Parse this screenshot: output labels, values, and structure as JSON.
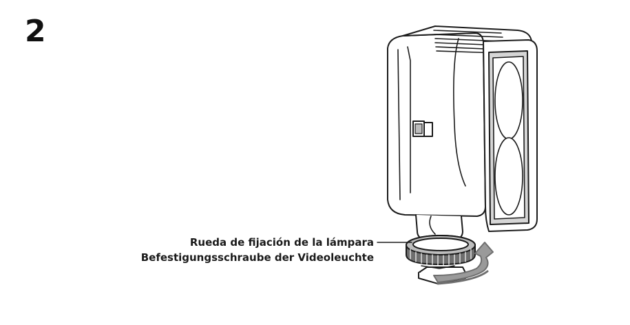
{
  "step": {
    "number": "2"
  },
  "callout": {
    "label_es": "Rueda de fijación de la lámpara",
    "label_de": "Befestigungsschraube der Videoleuchte"
  },
  "illustration": {
    "subject": "video-light",
    "colors": {
      "stroke": "#1a1a1a",
      "body": "#ffffff",
      "shade": "#bdbdbd",
      "dark": "#6e6e6e"
    }
  }
}
